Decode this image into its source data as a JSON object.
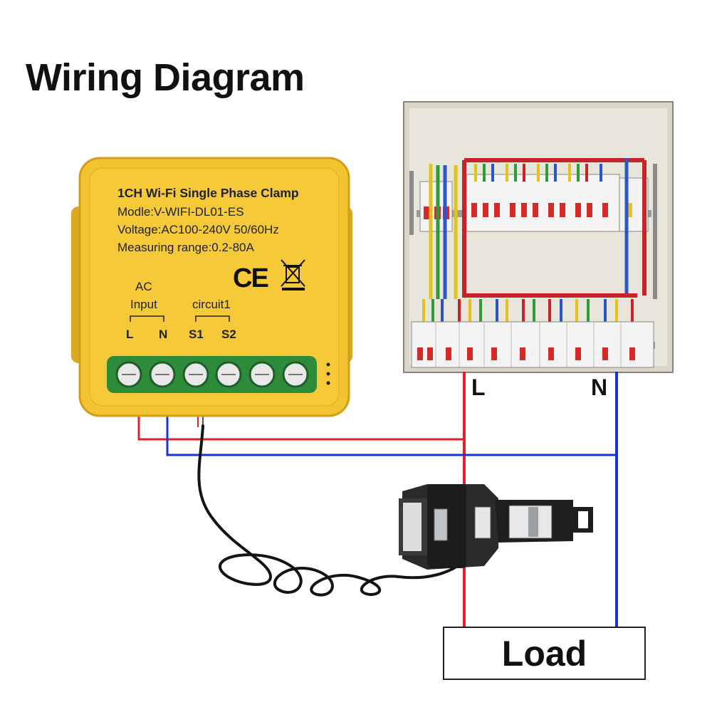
{
  "title": "Wiring Diagram",
  "module": {
    "name": "1CH Wi-Fi Single Phase Clamp",
    "model": "Modle:V-WIFI-DL01-ES",
    "voltage": "Voltage:AC100-240V 50/60Hz",
    "range": "Measuring range:0.2-80A",
    "ce_mark": "CE",
    "ac_label": "AC",
    "input_label": "Input",
    "circuit_label": "circuit1",
    "terminals": [
      "L",
      "N",
      "S1",
      "S2"
    ],
    "body_color": "#f4c430"
  },
  "wire_labels": {
    "live": "L",
    "neutral": "N"
  },
  "load_label": "Load",
  "colors": {
    "live_wire": "#e0202a",
    "neutral_wire": "#1a33d6",
    "sensor_cable": "#141414",
    "terminal_block": "#2e8b3a"
  }
}
